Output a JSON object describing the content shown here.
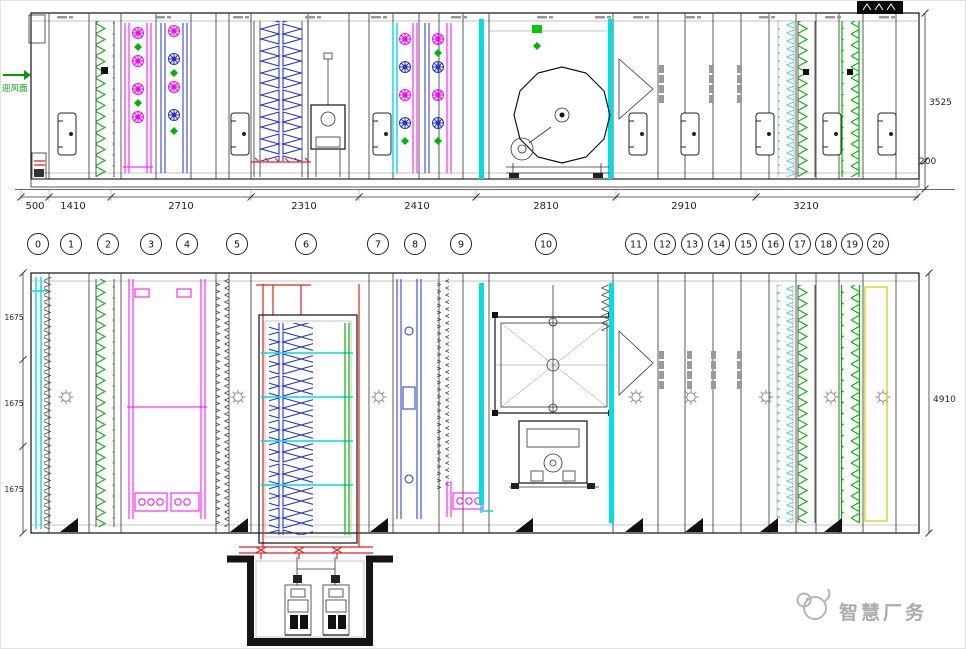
{
  "colors": {
    "magenta": "#ff00ff",
    "cyan": "#00dcdc",
    "green": "#00b400",
    "blue": "#2233cc",
    "yellow": "#d8c800",
    "red": "#e02020"
  },
  "elevation": {
    "flow_label": "迎风面",
    "bottom_dims": [
      "500",
      "1410",
      "2710",
      "2310",
      "2410",
      "2810",
      "2910",
      "3210"
    ],
    "height_dim": "3525",
    "base_dim": "200"
  },
  "joints": {
    "labels": [
      "0",
      "1",
      "2",
      "3",
      "4",
      "5",
      "6",
      "7",
      "8",
      "9",
      "10",
      "11",
      "12",
      "13",
      "14",
      "15",
      "16",
      "17",
      "18",
      "19",
      "20"
    ]
  },
  "plan": {
    "row_dims": [
      "1675",
      "1675",
      "1675"
    ],
    "width_dim": "4910"
  },
  "watermark": {
    "text": "智慧厂务"
  }
}
